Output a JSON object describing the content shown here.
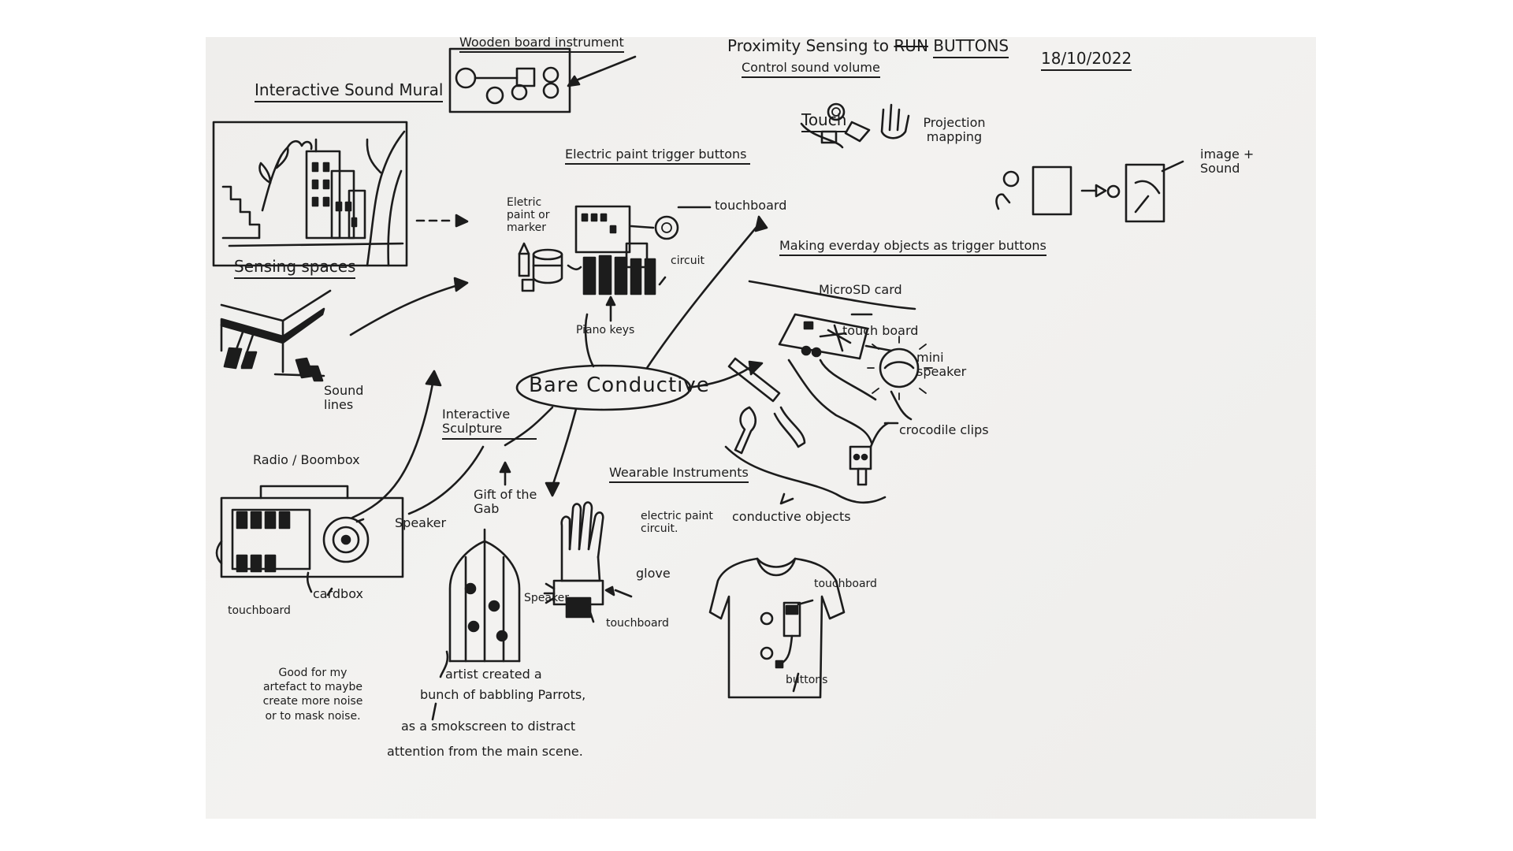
{
  "date": "18/10/2022",
  "center": {
    "label": "Bare Conductive"
  },
  "topics": {
    "mural": "Interactive Sound Mural",
    "wooden": "Wooden board instrument",
    "proximity_line1": "Proximity Sensing to",
    "proximity_strike": "RUN",
    "proximity_buttons": "BUTTONS",
    "proximity_line2": "Control sound volume",
    "touch": "Touch",
    "projection": "Projection mapping",
    "image_sound": "image + Sound",
    "electric_paint_buttons": "Electric paint trigger buttons",
    "sensing_spaces": "Sensing spaces",
    "everyday": "Making everday objects as trigger buttons",
    "radio": "Radio / Boombox",
    "sculpture": "Interactive Sculpture",
    "wearable": "Wearable Instruments"
  },
  "labels": {
    "paint_marker": "Eletric paint or marker",
    "touchboard_top": "touchboard",
    "circuit": "circuit",
    "piano_keys": "Piano keys",
    "sound_lines": "Sound lines",
    "microsd": "MicroSD card",
    "touch_board": "touch board",
    "mini_speaker": "mini speaker",
    "crocodile": "crocodile clips",
    "conductive_objects": "conductive objects",
    "speaker_radio": "Speaker",
    "cardbox": "cardbox",
    "touchboard_radio": "touchboard",
    "gift": "Gift of the Gab",
    "glove_paint": "electric paint circuit.",
    "glove": "glove",
    "speaker_glove": "Speaker",
    "touchboard_glove": "touchboard",
    "touchboard_sweater": "touchboard",
    "buttons": "buttons"
  },
  "notes": {
    "good_for": "Good for my artefact to maybe create more noise or to mask noise.",
    "parrots_1": "artist created a",
    "parrots_2": "bunch of babbling Parrots,",
    "parrots_3": "as a smokscreen to distract",
    "parrots_4": "attention from the main scene."
  }
}
